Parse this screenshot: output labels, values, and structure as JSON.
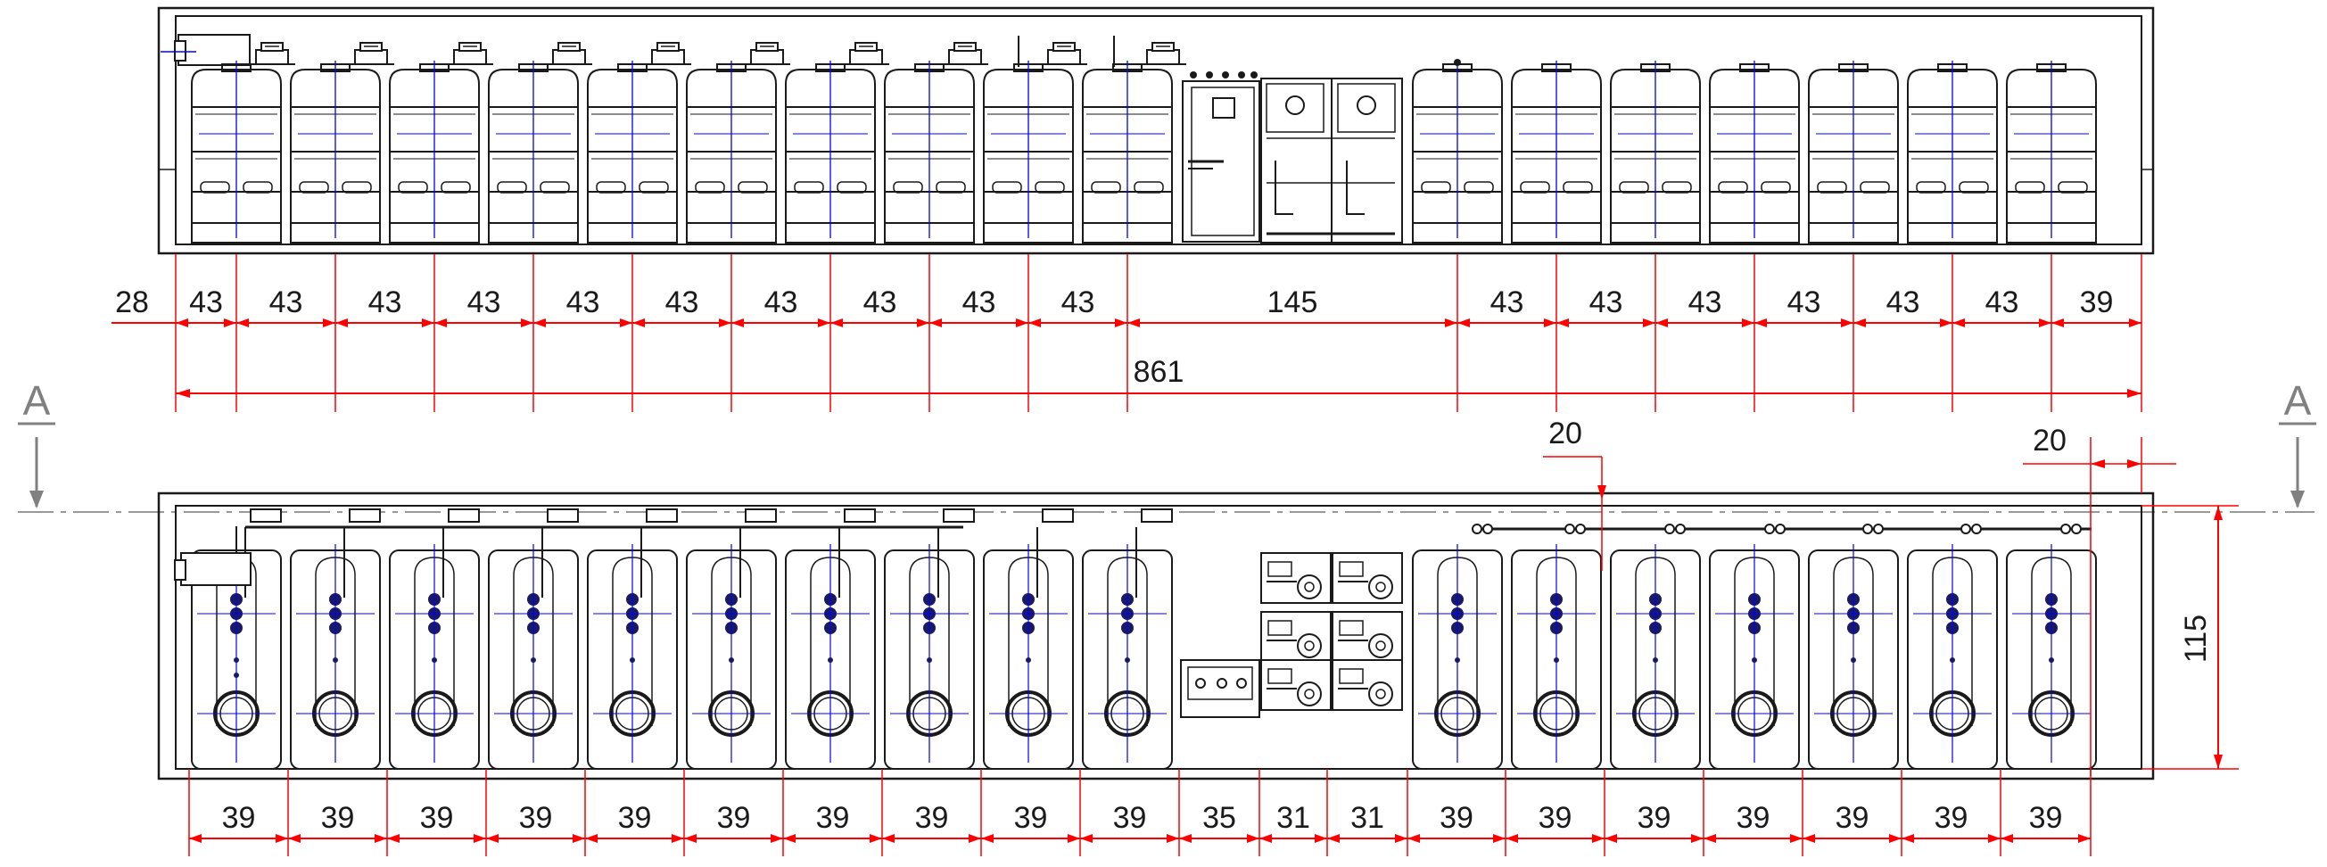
{
  "section_marker": {
    "left": "A",
    "right": "A"
  },
  "elevation_view": {
    "dimensions_bottom": [
      "28",
      "43",
      "43",
      "43",
      "43",
      "43",
      "43",
      "43",
      "43",
      "43",
      "43",
      "145",
      "43",
      "43",
      "43",
      "43",
      "43",
      "43",
      "39"
    ],
    "overall_length": "861"
  },
  "plan_view": {
    "dimensions_bottom": [
      "39",
      "39",
      "39",
      "39",
      "39",
      "39",
      "39",
      "39",
      "39",
      "39",
      "35",
      "31",
      "31",
      "39",
      "39",
      "39",
      "39",
      "39",
      "39",
      "39"
    ],
    "side_height": "115",
    "offset_top_1": "20",
    "offset_top_2": "20"
  },
  "colors": {
    "line": "#1a1a1a",
    "dimension": "#ff0000",
    "centerline": "#0000ff",
    "fitting": "#1a1a60",
    "section": "#808080"
  }
}
